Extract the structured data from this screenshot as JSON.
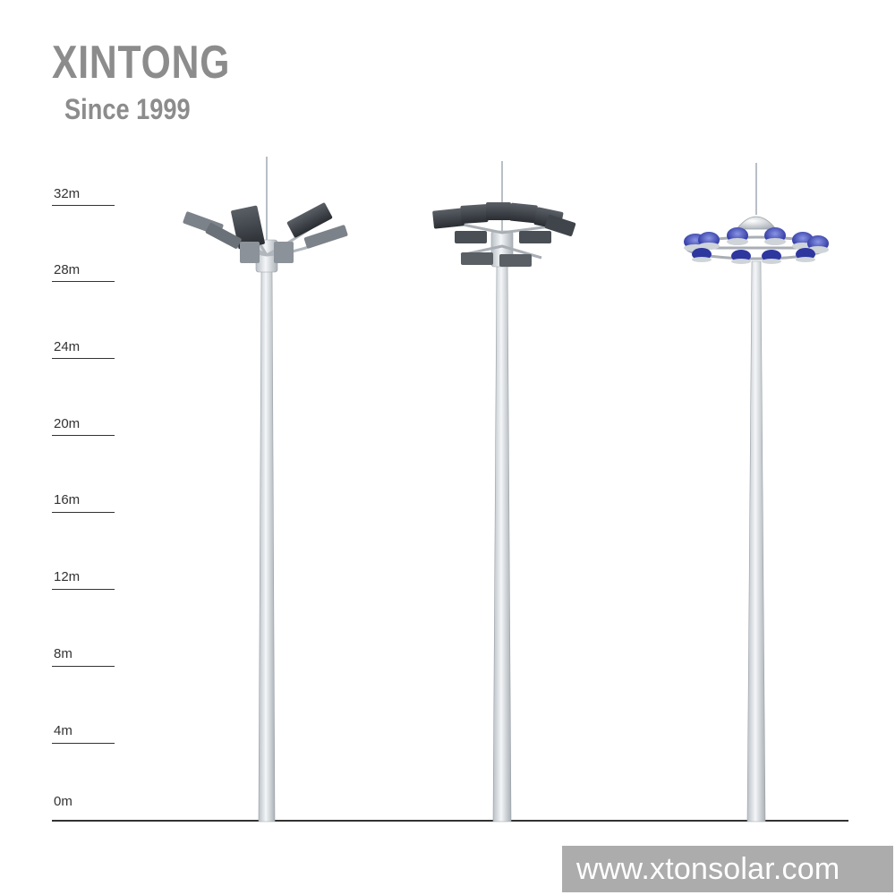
{
  "brand": {
    "name": "XINTONG",
    "tagline": "Since 1999"
  },
  "scale": [
    "32m",
    "28m",
    "24m",
    "20m",
    "16m",
    "12m",
    "8m",
    "4m",
    "0m"
  ],
  "poles": [
    {
      "lamp_type": "rectangular-floodlights"
    },
    {
      "lamp_type": "square-floodlight-crown"
    },
    {
      "lamp_type": "round-blue-lamps-dome"
    }
  ],
  "watermark": {
    "url": "www.xtonsolar.com"
  },
  "colors": {
    "brand_gray": "#8c8c8c",
    "pole": "#d8dde2",
    "blue_lamp": "#3a46a8"
  }
}
